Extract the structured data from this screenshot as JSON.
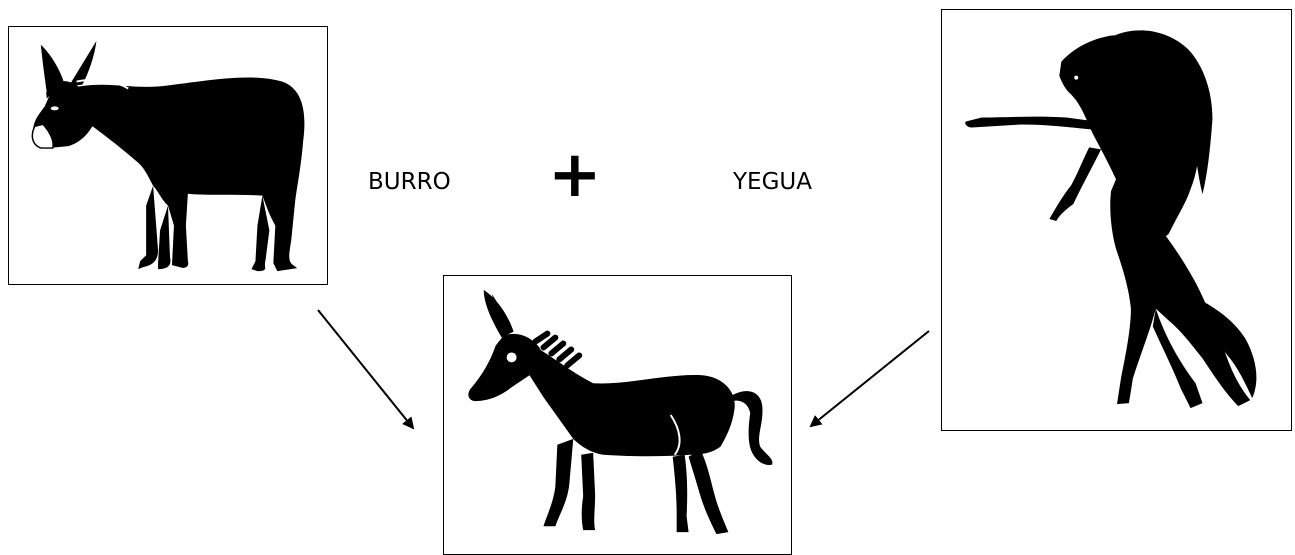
{
  "labels": {
    "left": "BURRO",
    "operator": "+",
    "right": "YEGUA"
  },
  "images": {
    "donkey": "donkey-silhouette",
    "horse": "rearing-horse-silhouette",
    "mule": "mule-silhouette"
  },
  "colors": {
    "ink": "#000000",
    "background": "#ffffff"
  }
}
